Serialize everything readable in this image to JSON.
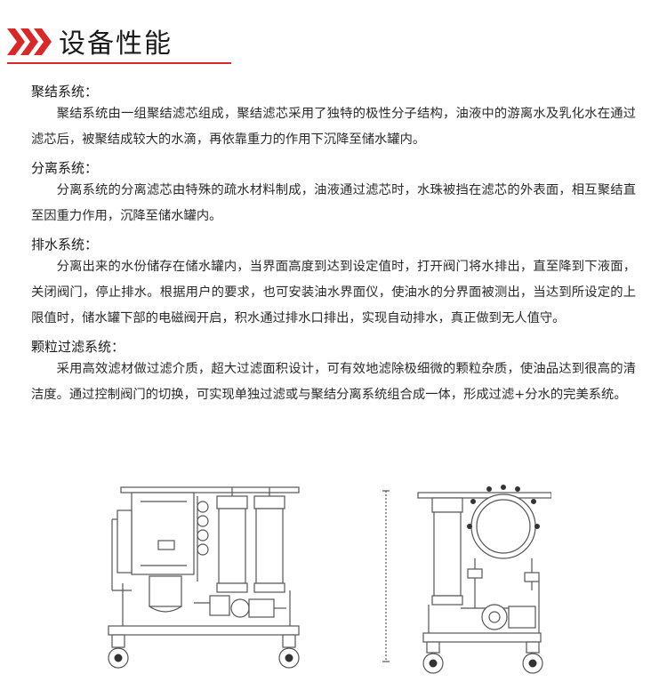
{
  "header": {
    "title": "设备性能"
  },
  "sections": [
    {
      "title": "聚结系统：",
      "body": "聚结系统由一组聚结滤芯组成，聚结滤芯采用了独特的极性分子结构，油液中的游离水及乳化水在通过滤芯后，被聚结成较大的水滴，再依靠重力的作用下沉降至储水罐内。"
    },
    {
      "title": "分离系统：",
      "body": "分离系统的分离滤芯由特殊的疏水材料制成，油液通过滤芯时，水珠被挡在滤芯的外表面，相互聚结直至因重力作用，沉降至储水罐内。"
    },
    {
      "title": "排水系统：",
      "body": "分离出来的水份储存在储水罐内，当界面高度到达到设定值时，打开阀门将水排出，直至降到下液面，关闭阀门，停止排水。根据用户的要求，也可安装油水界面仪，使油水的分界面被测出，当达到所设定的上限值时，储水罐下部的电磁阀开启，积水通过排水口排出，实现自动排水，真正做到无人值守。"
    },
    {
      "title": "颗粒过滤系统：",
      "body": "采用高效滤材做过滤介质，超大过滤面积设计，可有效地滤除极细微的颗粒杂质，使油品达到很高的清洁度。通过控制阀门的切换，可实现单独过滤或与聚结分离系统组合成一体，形成过滤+分水的完美系统。"
    }
  ],
  "colors": {
    "accent": "#d62a2a",
    "text": "#2a2a2a"
  },
  "icons": {
    "header_marker": "triple-chevron-icon"
  }
}
